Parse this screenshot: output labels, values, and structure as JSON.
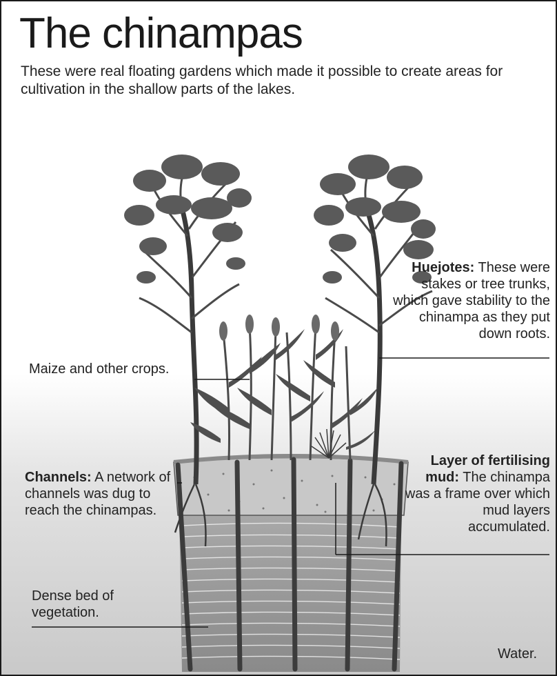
{
  "title": "The chinampas",
  "subtitle": "These were real floating gardens which made it possible to create areas for cultivation in the shallow parts of the lakes.",
  "labels": {
    "huejotes_bold": "Huejotes:",
    "huejotes_text": "These were stakes or tree trunks, which gave stability to the chinampa as they put down roots.",
    "maize": "Maize and other crops.",
    "channels_bold": "Channels:",
    "channels_text": "A network of channels was dug to reach the chinampas.",
    "mud_bold": "Layer of fertilising mud:",
    "mud_text": "The chinampa was a frame over which mud layers accumulated.",
    "vegetation": "Dense bed of vegetation.",
    "water": "Water."
  },
  "colors": {
    "water": "#d9d9d9",
    "water_dark": "#c4c4c4",
    "mud": "#bdbdbd",
    "vegetation": "#9a9a9a",
    "foliage": "#5a5a5a",
    "trunk": "#3a3a3a"
  }
}
